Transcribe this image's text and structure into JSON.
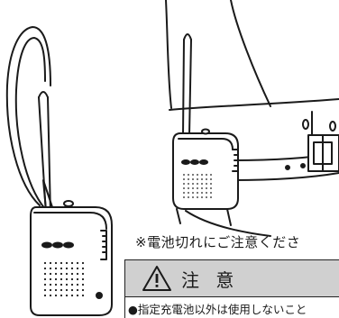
{
  "note": {
    "text": "※電池切れにご注意くださ"
  },
  "caution": {
    "title": "注 意",
    "first_item": "●指定充電池以外は使用しないこと"
  },
  "icons": {
    "warning": "warning-triangle-icon"
  }
}
